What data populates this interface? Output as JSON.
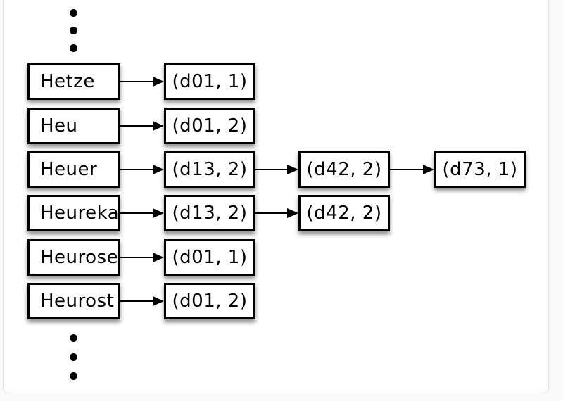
{
  "canvas": {
    "background_color": "#fafafa",
    "panel_color": "#ffffff",
    "panel_border_color": "#e2e2e2",
    "box_fill_color": "#ffffff",
    "box_border_color": "#000000",
    "text_color": "#000000",
    "arrow_color": "#000000",
    "dot_color": "#000000"
  },
  "diagram": {
    "rows": [
      {
        "term": "Hetze",
        "postings": [
          "(d01, 1)"
        ]
      },
      {
        "term": "Heu",
        "postings": [
          "(d01, 2)"
        ]
      },
      {
        "term": "Heuer",
        "postings": [
          "(d13, 2)",
          "(d42, 2)",
          "(d73, 1)"
        ]
      },
      {
        "term": "Heureka",
        "postings": [
          "(d13, 2)",
          "(d42, 2)"
        ]
      },
      {
        "term": "Heurose",
        "postings": [
          "(d01, 1)"
        ]
      },
      {
        "term": "Heurost",
        "postings": [
          "(d01, 2)"
        ]
      }
    ],
    "ellipsis": {
      "top_count": 3,
      "bottom_count": 3
    }
  }
}
